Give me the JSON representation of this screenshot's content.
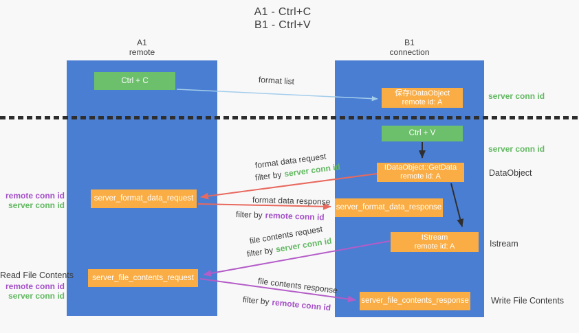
{
  "title": {
    "line1": "A1 - Ctrl+C",
    "line2": "B1 - Ctrl+V"
  },
  "lanes": {
    "left": {
      "name": "A1",
      "role": "remote"
    },
    "right": {
      "name": "B1",
      "role": "connection"
    }
  },
  "nodes": {
    "ctrl_c": {
      "label": "Ctrl + C"
    },
    "save_idataobject": {
      "line1": "保存IDataObject",
      "line2": "remote id: A"
    },
    "ctrl_v": {
      "label": "Ctrl + V"
    },
    "getdata": {
      "line1": "IDataObject::GetData",
      "line2": "remote id: A"
    },
    "server_format_data_request": {
      "label": "server_format_data_request"
    },
    "server_format_data_response": {
      "label": "server_format_data_response"
    },
    "istream": {
      "line1": "IStream",
      "line2": "remote id: A"
    },
    "server_file_contents_request": {
      "label": "server_file_contents_request"
    },
    "server_file_contents_response": {
      "label": "server_file_contents_response"
    }
  },
  "flows": {
    "format_list": {
      "label": "format list"
    },
    "format_data_request": {
      "title": "format data request",
      "filter_prefix": "filter by",
      "filter_key": "server conn id"
    },
    "format_data_response": {
      "title": "format data response",
      "filter_prefix": "filter by",
      "filter_key": "remote conn id"
    },
    "file_contents_request": {
      "title": "file contents request",
      "filter_prefix": "filter by",
      "filter_key": "server conn id"
    },
    "file_contents_response": {
      "title": "file contents response",
      "filter_prefix": "filter by",
      "filter_key": "remote conn id"
    }
  },
  "right_labels": {
    "server_conn_id_1": "server conn id",
    "server_conn_id_2": "server conn id",
    "dataobject": "DataObject",
    "istream": "Istream",
    "write_file_contents": "Write File Contents"
  },
  "left_labels": {
    "remote_conn_id_1": "remote conn id",
    "server_conn_id_1": "server conn id",
    "read_file_contents": "Read File Contents",
    "remote_conn_id_2": "remote conn id",
    "server_conn_id_2": "server conn id"
  },
  "colors": {
    "bg": "#f8f8f8",
    "column-blue": "#4a7ed3",
    "green": "#6cbf6b",
    "orange": "#f9ad44",
    "salmon": "#e8695e",
    "purple": "#b45cc8",
    "purple-text": "#a44fc8",
    "green-text": "#62b862",
    "lightblue": "#a3cdeb",
    "dark": "#3b3b3b",
    "arrow-black": "#2f2f2f"
  }
}
